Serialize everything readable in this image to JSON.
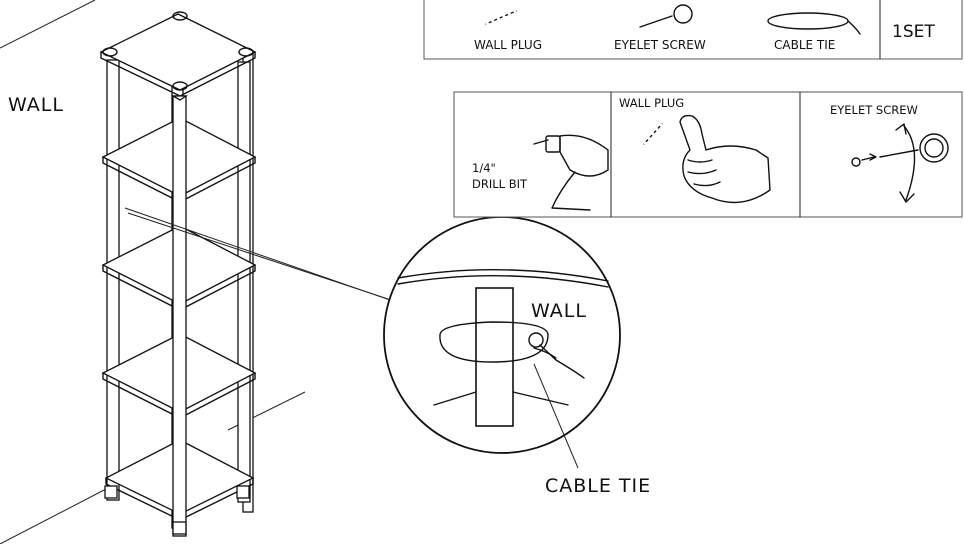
{
  "labels": {
    "wall_left": "WALL",
    "wall_detail": "WALL",
    "cable_tie_callout": "CABLE TIE"
  },
  "parts_box": {
    "items": [
      "WALL PLUG",
      "EYELET SCREW",
      "CABLE TIE"
    ],
    "quantity": "1SET"
  },
  "steps": [
    {
      "line1": "1/4\"",
      "line2": "DRILL BIT"
    },
    {
      "title": "WALL PLUG"
    },
    {
      "title": "EYELET SCREW"
    }
  ]
}
